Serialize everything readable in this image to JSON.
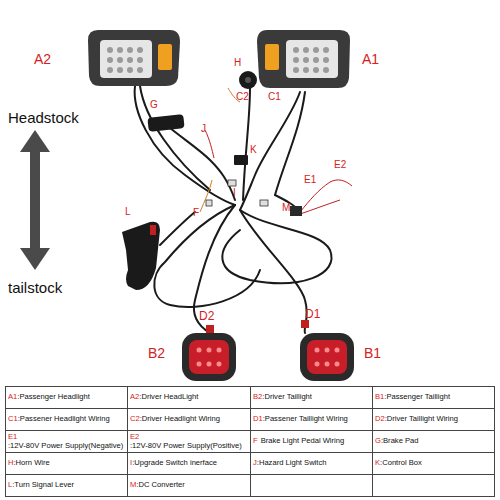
{
  "diagram": {
    "labels": [
      "Headstock",
      "tailstock",
      "A2",
      "A1",
      "H",
      "C1",
      "C2",
      "G",
      "J",
      "K",
      "E2",
      "E1",
      "I",
      "M",
      "F",
      "L",
      "D2",
      "D1",
      "B2",
      "B1",
      "A1",
      ":Passenger Headlight",
      "A2",
      ":Driver HeadLight",
      "B2",
      ":Driver Taillight",
      "B1",
      ":Passenger Taillight",
      "C1",
      ":Passener Headlight Wiring",
      "C2",
      ":Driver Headlight Wiring",
      "D1",
      ":Passener Taillight Wiring",
      "D2",
      ":Driver Taillight Wiring",
      "E1",
      ":12V-80V Power Supply(Negative)",
      "E2",
      ":12V-80V Power Supply(Positive)",
      "F",
      "Brake Light Pedal Wiring",
      "G",
      ":Brake Pad",
      "H",
      ":Horn Wire",
      "I",
      ":Upgrade Switch inerface",
      "J",
      ":Hazard Light Switch",
      "K",
      ":Control Box",
      "L",
      ":Turn Signal Lever",
      "M",
      ":DC Converter"
    ]
  }
}
